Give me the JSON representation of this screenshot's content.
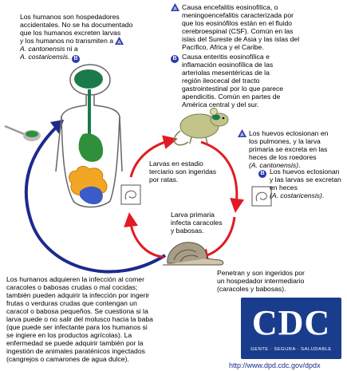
{
  "notes": {
    "human_intro": {
      "line1": "Los humanos son hospedadores",
      "line2": "accidentales. No se ha documentado",
      "line3": "que los humanos excreten larvas",
      "line4": "y los humanos no transmiten a",
      "line5_species": "A. cantonensis",
      "line5_rest": " ni a",
      "line6_species": "A. costaricensis",
      "line6_rest": "."
    },
    "a_encephalitis": [
      "Causa encefalitis eosinofílica, o",
      "meningoencefalitis caracterizada por",
      "que los eosinófilos están en el fluido",
      "cerebroespinal (CSF). Común en las",
      "islas del Sureste de Asia y las islas del",
      "Pacífico, Africa y el Caribe."
    ],
    "b_enteritis": [
      "Causa enteritis eosinofílica e",
      "inflamación eosinofílica de las",
      "arteriolas mesentéricas de la",
      "región ileocecal del tracto",
      "gastrointestinal por lo que parece",
      "apendicitis. Común en partes de",
      "América central y del sur."
    ],
    "a_eggs": {
      "lines": [
        "Los huevos eclosionan en",
        "los pulmones, y la larva",
        "primaria se excreta en las",
        "heces de los roedores"
      ],
      "species": "(A. cantonensis)",
      "end": "."
    },
    "b_eggs": {
      "lines": [
        "Los huevos eclosionan",
        "y las larvas se excretan",
        "en heces"
      ],
      "species": "(A. costaricensis)",
      "end": "."
    },
    "third_stage": [
      "Larvas en estadio",
      "terciario son ingeridas",
      "por ratas."
    ],
    "primary_larva": [
      "Larva primaria",
      "infecta caracoles",
      "y babosas."
    ],
    "intermediate": [
      "Penetran y son ingeridos por",
      "un hospedador intermediario",
      "(caracoles y babosas)."
    ],
    "human_infection": [
      "Los humanos adquieren la infección al comer",
      "caracoles o babosas crudas o mal cocidas;",
      "también pueden adquirir la infección por ingerir",
      "frutas o verduras crudas que contengan un",
      "caracol o babosa pequeños.  Se cuestiona si la",
      "larva puede o no salir del molusco hacia la baba",
      "(que puede ser infectante para los humanos si",
      "se ingiere en los productos agrícolas).  La",
      "enfermedad se puede adquirir también por la",
      "ingestión de animales paraténicos ingectados",
      "(cangrejos o camarones de agua dulce)."
    ]
  },
  "badges": {
    "a": "A",
    "b": "B"
  },
  "logo": {
    "letters": "CDC",
    "tagline": "GENTE · SEGURA · SALUDABLE"
  },
  "url": "http://www.dpd.cdc.gov/dpdx",
  "colors": {
    "cycle_arrow": "#e11b22",
    "human_arrow": "#1b2a8c",
    "badge": "#2a3aa8",
    "brain": "#1a7a4a",
    "gut": "#2f8f3a",
    "logo_bg": "#1a3c8c"
  }
}
